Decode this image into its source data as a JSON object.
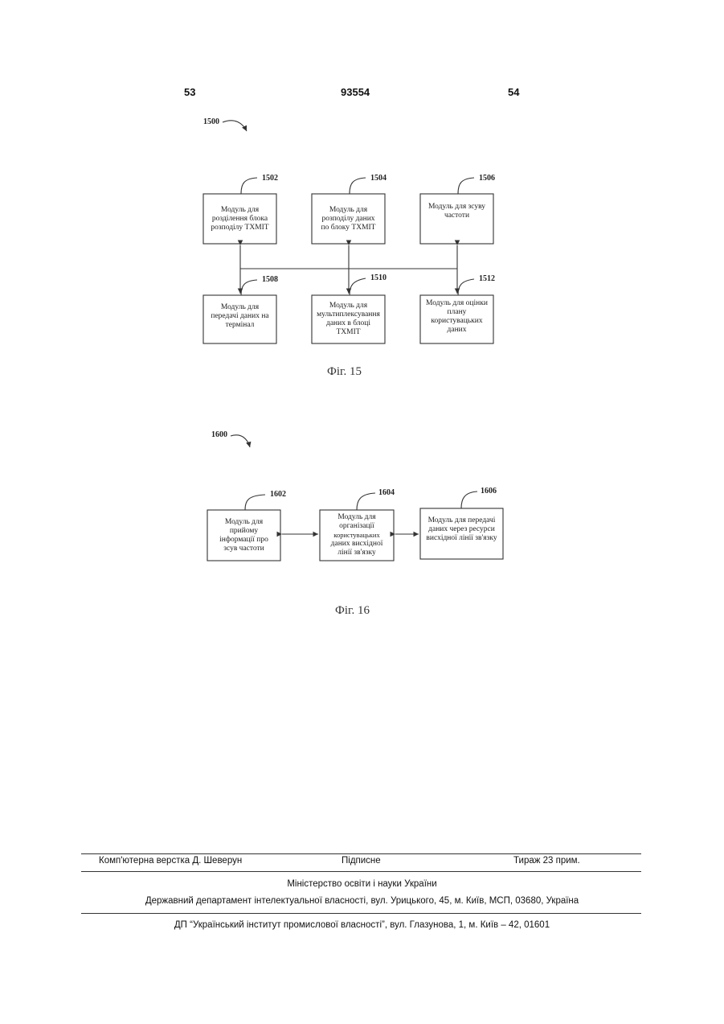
{
  "header": {
    "page_left": "53",
    "patent_number": "93554",
    "page_right": "54"
  },
  "fig15": {
    "ref": "1500",
    "label": "Фіг. 15",
    "boxes": [
      {
        "ref": "1502",
        "lines": [
          "Модуль для",
          "розділення блока",
          "розподілу ТХМІТ"
        ]
      },
      {
        "ref": "1504",
        "lines": [
          "Модуль для",
          "розподілу даних",
          "по блоку ТХМІТ"
        ]
      },
      {
        "ref": "1506",
        "lines": [
          "Модуль для зсуву",
          "частоти"
        ]
      },
      {
        "ref": "1508",
        "lines": [
          "Модуль для",
          "передачі даних на",
          "термінал"
        ]
      },
      {
        "ref": "1510",
        "lines": [
          "Модуль для",
          "мультиплексування",
          "даних в блоці",
          "ТХМІТ"
        ]
      },
      {
        "ref": "1512",
        "lines": [
          "Модуль для оцінки",
          "плану",
          "користувацьких",
          "даних"
        ]
      }
    ]
  },
  "fig16": {
    "ref": "1600",
    "label": "Фіг. 16",
    "boxes": [
      {
        "ref": "1602",
        "lines": [
          "Модуль для",
          "прийому",
          "інформації про",
          "зсув частоти"
        ]
      },
      {
        "ref": "1604",
        "lines": [
          "Модуль для",
          "організації",
          "користувацьких",
          "даних висхідної",
          "лінії зв'язку"
        ]
      },
      {
        "ref": "1606",
        "lines": [
          "Модуль для передачі",
          "даних через ресурси",
          "висхідної лінії зв'язку"
        ]
      }
    ]
  },
  "footer": {
    "layout": "Комп'ютерна верстка Д. Шеверун",
    "signed": "Підписне",
    "circulation": "Тираж 23 прим.",
    "ministry": "Міністерство освіти і науки України",
    "department": "Державний департамент інтелектуальної власності, вул. Урицького, 45, м. Київ, МСП, 03680, Україна",
    "institute": "ДП “Український інститут промислової власності”, вул. Глазунова, 1, м. Київ – 42, 01601"
  }
}
